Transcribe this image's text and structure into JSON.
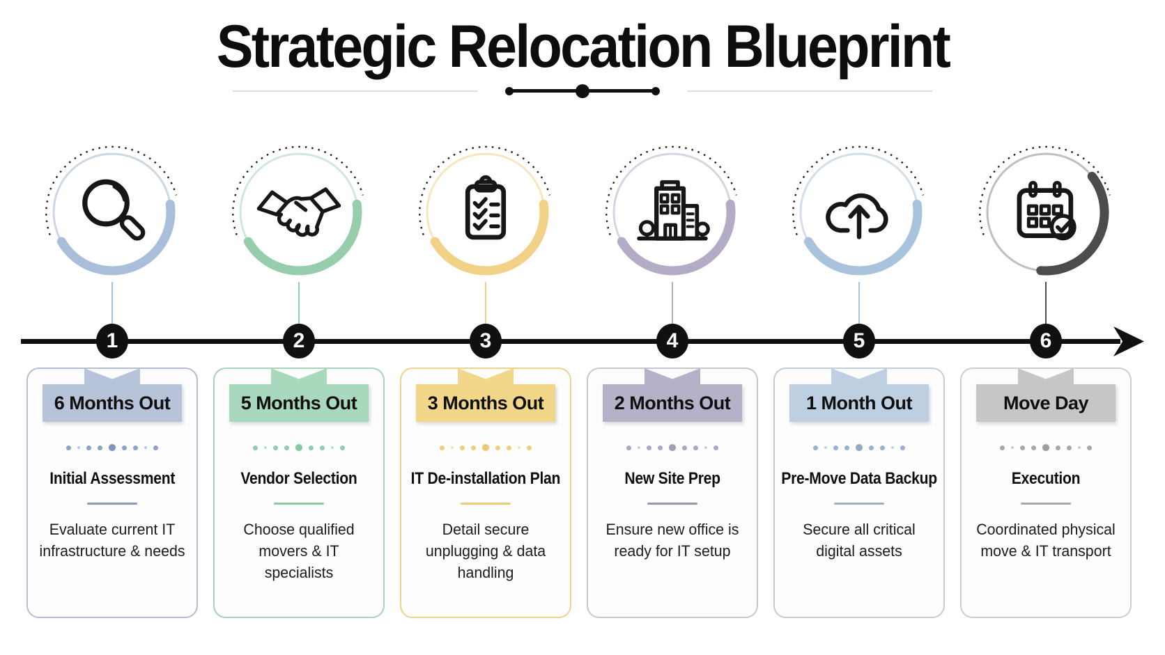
{
  "title": "Strategic Relocation Blueprint",
  "steps": [
    {
      "number": "1",
      "badge": "6 Months Out",
      "title": "Initial Assessment",
      "description": "Evaluate current IT infrastructure & needs",
      "icon": "magnifier",
      "colors": {
        "accent": "#a9bed9",
        "badge_bg": "#b7c3d9",
        "card_border": "#b4bdd2",
        "dots": "#7f97bd",
        "divider": "#8899b9"
      }
    },
    {
      "number": "2",
      "badge": "5 Months Out",
      "title": "Vendor Selection",
      "description": "Choose qualified movers & IT specialists",
      "icon": "handshake",
      "colors": {
        "accent": "#96ceac",
        "badge_bg": "#a9d9bd",
        "card_border": "#a3d3b9",
        "dots": "#85c8a2",
        "divider": "#8bcaa6"
      }
    },
    {
      "number": "3",
      "badge": "3 Months Out",
      "title": "IT De-installation Plan",
      "description": "Detail secure unplugging & data handling",
      "icon": "clipboard-checklist",
      "colors": {
        "accent": "#f1d186",
        "badge_bg": "#f2d78b",
        "card_border": "#edd28c",
        "dots": "#ecc877",
        "divider": "#edca74"
      }
    },
    {
      "number": "4",
      "badge": "2 Months Out",
      "title": "New Site Prep",
      "description": "Ensure new office is ready for IT setup",
      "icon": "office-building",
      "colors": {
        "accent": "#b4abc7",
        "badge_bg": "#b6b0c8",
        "card_border": "#c7c6cf",
        "dots": "#a39cb8",
        "divider": "#9c96a8"
      }
    },
    {
      "number": "5",
      "badge": "1 Month Out",
      "title": "Pre-Move Data Backup",
      "description": "Secure all critical digital assets",
      "icon": "cloud-upload",
      "colors": {
        "accent": "#a9c3dc",
        "badge_bg": "#bfcfe2",
        "card_border": "#c0ccda",
        "dots": "#93a9c6",
        "divider": "#9db1c8"
      }
    },
    {
      "number": "6",
      "badge": "Move Day",
      "title": "Execution",
      "description": "Coordinated physical move & IT transport",
      "icon": "calendar-check",
      "colors": {
        "accent": "#4c4c4c",
        "badge_bg": "#c6c6c6",
        "card_border": "#cdcdcd",
        "dots": "#9e9e9e",
        "divider": "#a8a8a8"
      }
    }
  ]
}
